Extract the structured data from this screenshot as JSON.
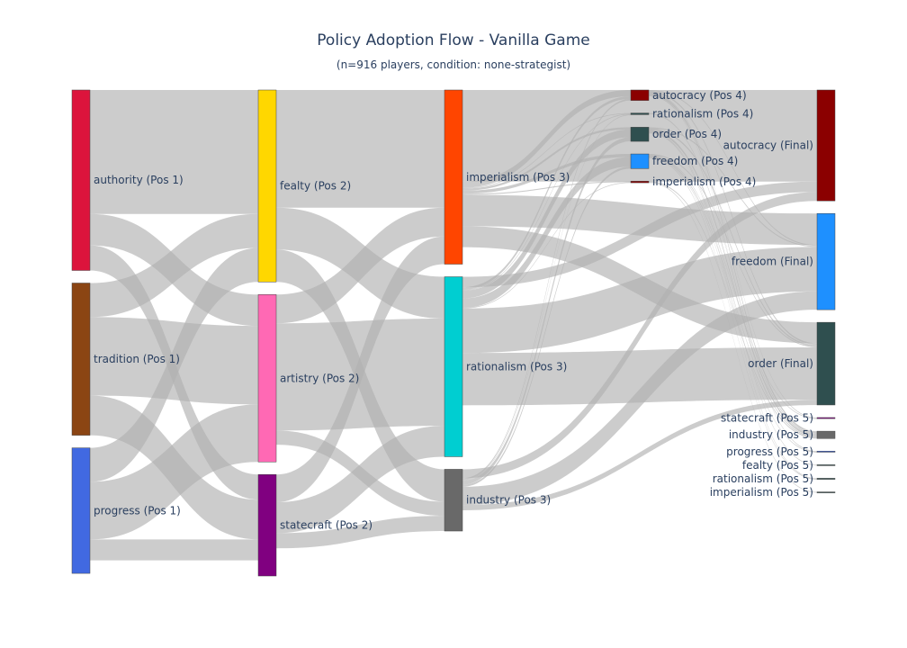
{
  "chart_data": {
    "type": "sankey",
    "title": "Policy Adoption Flow - Vanilla Game",
    "subtitle": "(n=916 players, condition: none-strategist)",
    "link_color": "#bdbdbd",
    "nodes": [
      {
        "id": "a1",
        "label": "authority (Pos 1)",
        "column": 0,
        "value": 345,
        "color": "#DC143C"
      },
      {
        "id": "t1",
        "label": "tradition (Pos 1)",
        "column": 0,
        "value": 291,
        "color": "#8B4513"
      },
      {
        "id": "p1",
        "label": "progress (Pos 1)",
        "column": 0,
        "value": 240,
        "color": "#4169E1"
      },
      {
        "id": "f2",
        "label": "fealty (Pos 2)",
        "column": 1,
        "value": 367,
        "color": "#FFD700"
      },
      {
        "id": "ar2",
        "label": "artistry (Pos 2)",
        "column": 1,
        "value": 320,
        "color": "#FF69B4"
      },
      {
        "id": "s2",
        "label": "statecraft (Pos 2)",
        "column": 1,
        "value": 194,
        "color": "#800080"
      },
      {
        "id": "i3",
        "label": "imperialism (Pos 3)",
        "column": 2,
        "value": 333,
        "color": "#FF4500"
      },
      {
        "id": "r3",
        "label": "rationalism (Pos 3)",
        "column": 2,
        "value": 344,
        "color": "#00CED1"
      },
      {
        "id": "in3",
        "label": "industry (Pos 3)",
        "column": 2,
        "value": 118,
        "color": "#696969"
      },
      {
        "id": "au4",
        "label": "autocracy (Pos 4)",
        "column": 3,
        "value": 20,
        "color": "#8B0000"
      },
      {
        "id": "r4",
        "label": "rationalism (Pos 4)",
        "column": 3,
        "value": 3,
        "color": "#2F4F4F"
      },
      {
        "id": "o4",
        "label": "order (Pos 4)",
        "column": 3,
        "value": 27,
        "color": "#2F4F4F"
      },
      {
        "id": "fr4",
        "label": "freedom (Pos 4)",
        "column": 3,
        "value": 28,
        "color": "#1E90FF"
      },
      {
        "id": "i4",
        "label": "imperialism (Pos 4)",
        "column": 3,
        "value": 3,
        "color": "#8B0000"
      },
      {
        "id": "auF",
        "label": "autocracy (Final)",
        "column": 4,
        "value": 212,
        "color": "#8B0000"
      },
      {
        "id": "frF",
        "label": "freedom (Final)",
        "column": 4,
        "value": 184,
        "color": "#1E90FF"
      },
      {
        "id": "oF",
        "label": "order (Final)",
        "column": 4,
        "value": 158,
        "color": "#2F4F4F"
      },
      {
        "id": "s5",
        "label": "statecraft (Pos 5)",
        "column": 4,
        "value": 2,
        "color": "#800080"
      },
      {
        "id": "in5",
        "label": "industry (Pos 5)",
        "column": 4,
        "value": 14,
        "color": "#696969"
      },
      {
        "id": "p5",
        "label": "progress (Pos 5)",
        "column": 4,
        "value": 2,
        "color": "#4169E1"
      },
      {
        "id": "f5",
        "label": "fealty (Pos 5)",
        "column": 4,
        "value": 1,
        "color": "#2F4F4F"
      },
      {
        "id": "r5",
        "label": "rationalism (Pos 5)",
        "column": 4,
        "value": 2,
        "color": "#2F4F4F"
      },
      {
        "id": "i5",
        "label": "imperialism (Pos 5)",
        "column": 4,
        "value": 1,
        "color": "#2F4F4F"
      }
    ],
    "links": [
      {
        "source": "a1",
        "target": "f2",
        "value": 237
      },
      {
        "source": "a1",
        "target": "ar2",
        "value": 60
      },
      {
        "source": "a1",
        "target": "s2",
        "value": 48
      },
      {
        "source": "t1",
        "target": "f2",
        "value": 65
      },
      {
        "source": "t1",
        "target": "ar2",
        "value": 150
      },
      {
        "source": "t1",
        "target": "s2",
        "value": 76
      },
      {
        "source": "p1",
        "target": "f2",
        "value": 65
      },
      {
        "source": "p1",
        "target": "ar2",
        "value": 110
      },
      {
        "source": "p1",
        "target": "s2",
        "value": 40
      },
      {
        "source": "f2",
        "target": "i3",
        "value": 225
      },
      {
        "source": "f2",
        "target": "r3",
        "value": 80
      },
      {
        "source": "f2",
        "target": "in3",
        "value": 62
      },
      {
        "source": "ar2",
        "target": "i3",
        "value": 55
      },
      {
        "source": "ar2",
        "target": "r3",
        "value": 205
      },
      {
        "source": "ar2",
        "target": "in3",
        "value": 27
      },
      {
        "source": "s2",
        "target": "i3",
        "value": 53
      },
      {
        "source": "s2",
        "target": "r3",
        "value": 59
      },
      {
        "source": "s2",
        "target": "in3",
        "value": 29
      },
      {
        "source": "i3",
        "target": "auF",
        "value": 175
      },
      {
        "source": "i3",
        "target": "frF",
        "value": 60
      },
      {
        "source": "i3",
        "target": "oF",
        "value": 40
      },
      {
        "source": "i3",
        "target": "au4",
        "value": 12
      },
      {
        "source": "i3",
        "target": "r4",
        "value": 1
      },
      {
        "source": "i3",
        "target": "o4",
        "value": 4
      },
      {
        "source": "i3",
        "target": "fr4",
        "value": 6
      },
      {
        "source": "i3",
        "target": "i4",
        "value": 2
      },
      {
        "source": "r3",
        "target": "auF",
        "value": 20
      },
      {
        "source": "r3",
        "target": "frF",
        "value": 85
      },
      {
        "source": "r3",
        "target": "oF",
        "value": 100
      },
      {
        "source": "r3",
        "target": "au4",
        "value": 5
      },
      {
        "source": "r3",
        "target": "r4",
        "value": 1
      },
      {
        "source": "r3",
        "target": "o4",
        "value": 15
      },
      {
        "source": "r3",
        "target": "fr4",
        "value": 18
      },
      {
        "source": "r3",
        "target": "i4",
        "value": 1
      },
      {
        "source": "in3",
        "target": "auF",
        "value": 17
      },
      {
        "source": "in3",
        "target": "frF",
        "value": 35
      },
      {
        "source": "in3",
        "target": "oF",
        "value": 10
      },
      {
        "source": "in3",
        "target": "au4",
        "value": 3
      },
      {
        "source": "in3",
        "target": "r4",
        "value": 1
      },
      {
        "source": "in3",
        "target": "o4",
        "value": 8
      },
      {
        "source": "in3",
        "target": "fr4",
        "value": 4
      },
      {
        "source": "au4",
        "target": "frF",
        "value": 2
      },
      {
        "source": "au4",
        "target": "oF",
        "value": 3
      },
      {
        "source": "au4",
        "target": "s5",
        "value": 1
      },
      {
        "source": "au4",
        "target": "in5",
        "value": 4
      },
      {
        "source": "au4",
        "target": "p5",
        "value": 1
      },
      {
        "source": "r4",
        "target": "in5",
        "value": 2
      },
      {
        "source": "o4",
        "target": "frF",
        "value": 2
      },
      {
        "source": "o4",
        "target": "oF",
        "value": 3
      },
      {
        "source": "o4",
        "target": "in5",
        "value": 4
      },
      {
        "source": "o4",
        "target": "f5",
        "value": 1
      },
      {
        "source": "o4",
        "target": "r5",
        "value": 1
      },
      {
        "source": "fr4",
        "target": "oF",
        "value": 2
      },
      {
        "source": "fr4",
        "target": "in5",
        "value": 2
      },
      {
        "source": "fr4",
        "target": "s5",
        "value": 1
      },
      {
        "source": "fr4",
        "target": "p5",
        "value": 1
      },
      {
        "source": "fr4",
        "target": "r5",
        "value": 1
      },
      {
        "source": "i4",
        "target": "in5",
        "value": 2
      },
      {
        "source": "i4",
        "target": "i5",
        "value": 1
      }
    ]
  }
}
